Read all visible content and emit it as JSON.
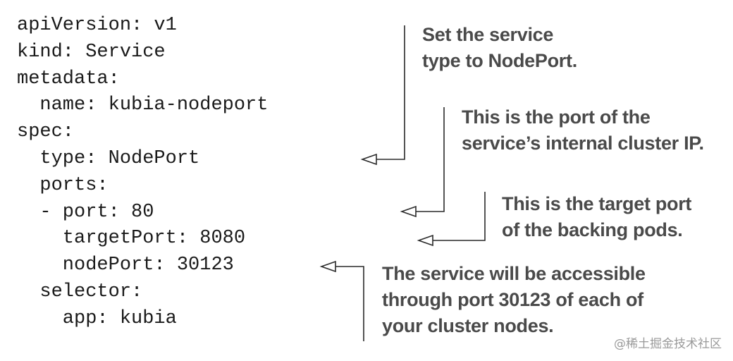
{
  "code": {
    "lines": [
      "apiVersion: v1",
      "kind: Service",
      "metadata:",
      "  name: kubia-nodeport",
      "spec:",
      "  type: NodePort",
      "  ports:",
      "  - port: 80",
      "    targetPort: 8080",
      "    nodePort: 30123",
      "  selector:",
      "    app: kubia"
    ]
  },
  "annotations": [
    {
      "lines": [
        "Set the service",
        "type to NodePort."
      ]
    },
    {
      "lines": [
        "This is the port of the",
        "service’s internal cluster IP."
      ]
    },
    {
      "lines": [
        "This is the target port",
        "of the backing pods."
      ]
    },
    {
      "lines": [
        "The service will be accessible",
        "through port 30123 of each of",
        "your cluster nodes."
      ]
    }
  ],
  "watermark": "@稀土掘金技术社区",
  "colors": {
    "code_text": "#1a1a1a",
    "annotation_text": "#4a4a4a",
    "connector_line": "#2a2a2a",
    "watermark": "#9a9a9a"
  }
}
